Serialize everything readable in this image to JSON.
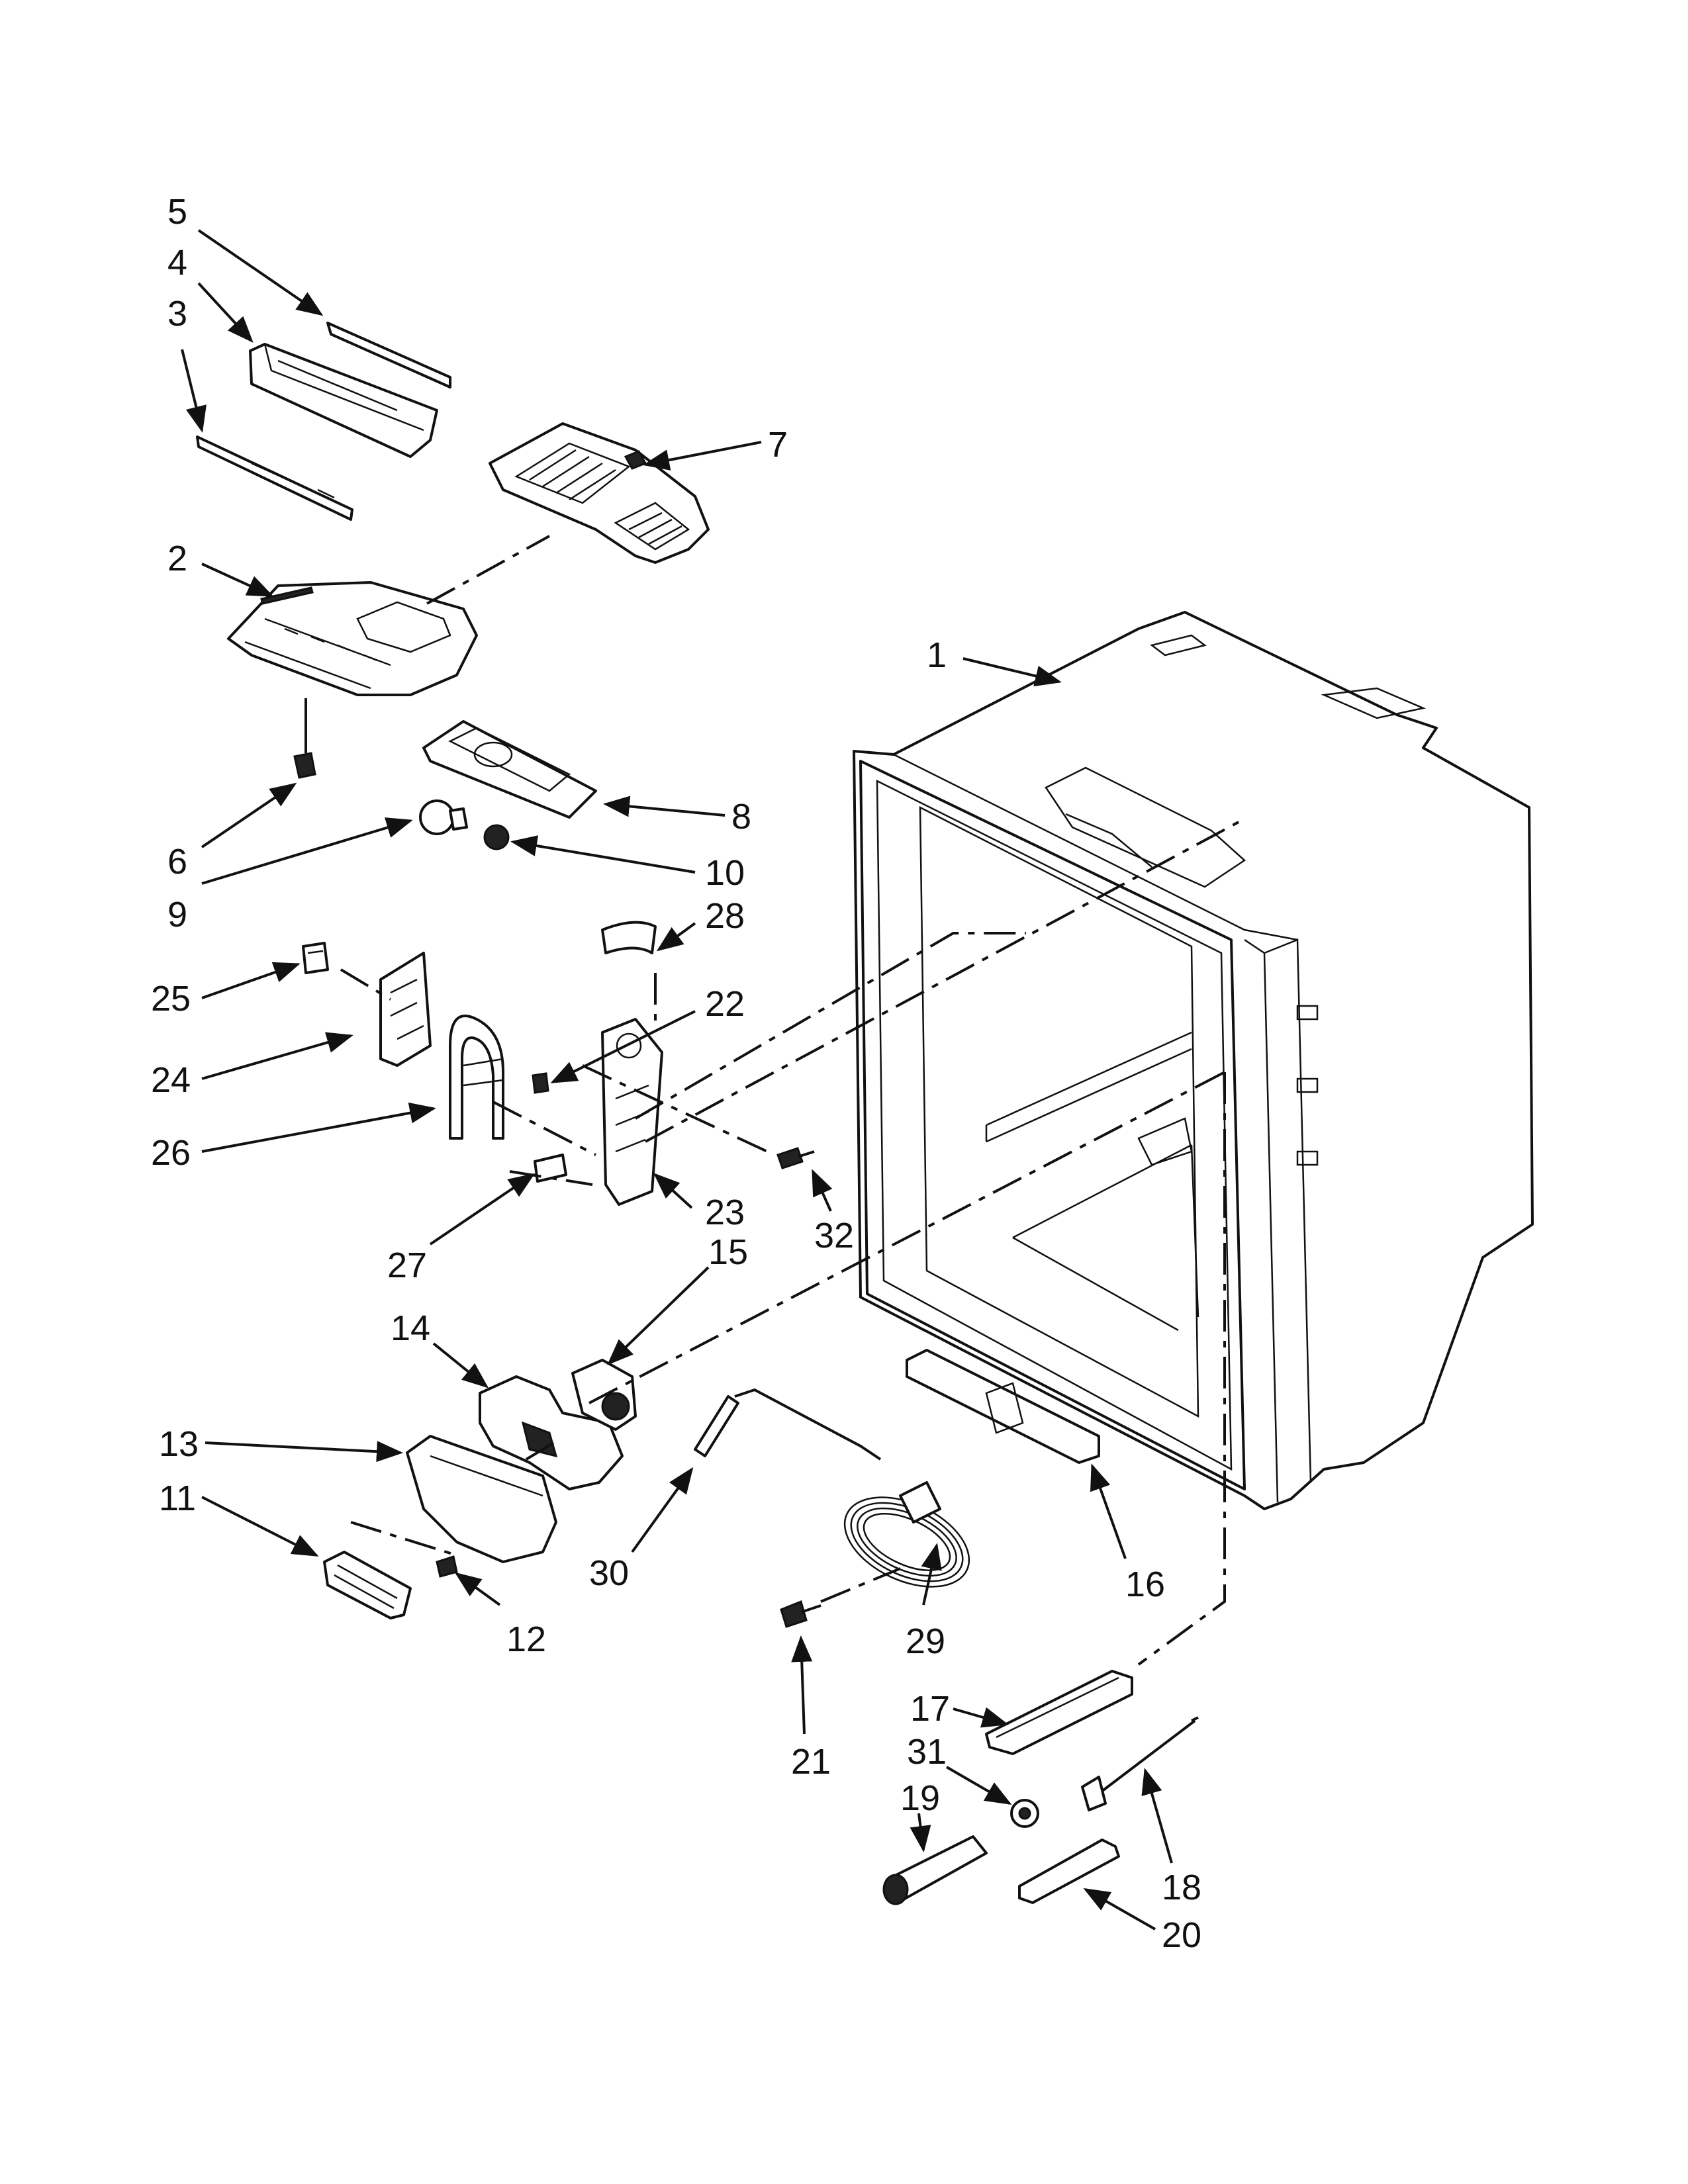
{
  "callouts": [
    {
      "id": "1",
      "text": "1"
    },
    {
      "id": "2",
      "text": "2"
    },
    {
      "id": "3",
      "text": "3"
    },
    {
      "id": "4",
      "text": "4"
    },
    {
      "id": "5",
      "text": "5"
    },
    {
      "id": "6",
      "text": "6"
    },
    {
      "id": "7",
      "text": "7"
    },
    {
      "id": "8",
      "text": "8"
    },
    {
      "id": "9",
      "text": "9"
    },
    {
      "id": "10",
      "text": "10"
    },
    {
      "id": "11",
      "text": "11"
    },
    {
      "id": "12",
      "text": "12"
    },
    {
      "id": "13",
      "text": "13"
    },
    {
      "id": "14",
      "text": "14"
    },
    {
      "id": "15",
      "text": "15"
    },
    {
      "id": "16",
      "text": "16"
    },
    {
      "id": "17",
      "text": "17"
    },
    {
      "id": "18",
      "text": "18"
    },
    {
      "id": "19",
      "text": "19"
    },
    {
      "id": "20",
      "text": "20"
    },
    {
      "id": "21",
      "text": "21"
    },
    {
      "id": "22",
      "text": "22"
    },
    {
      "id": "23",
      "text": "23"
    },
    {
      "id": "24",
      "text": "24"
    },
    {
      "id": "25",
      "text": "25"
    },
    {
      "id": "26",
      "text": "26"
    },
    {
      "id": "27",
      "text": "27"
    },
    {
      "id": "28",
      "text": "28"
    },
    {
      "id": "29",
      "text": "29"
    },
    {
      "id": "30",
      "text": "30"
    },
    {
      "id": "31",
      "text": "31"
    },
    {
      "id": "32",
      "text": "32"
    }
  ]
}
